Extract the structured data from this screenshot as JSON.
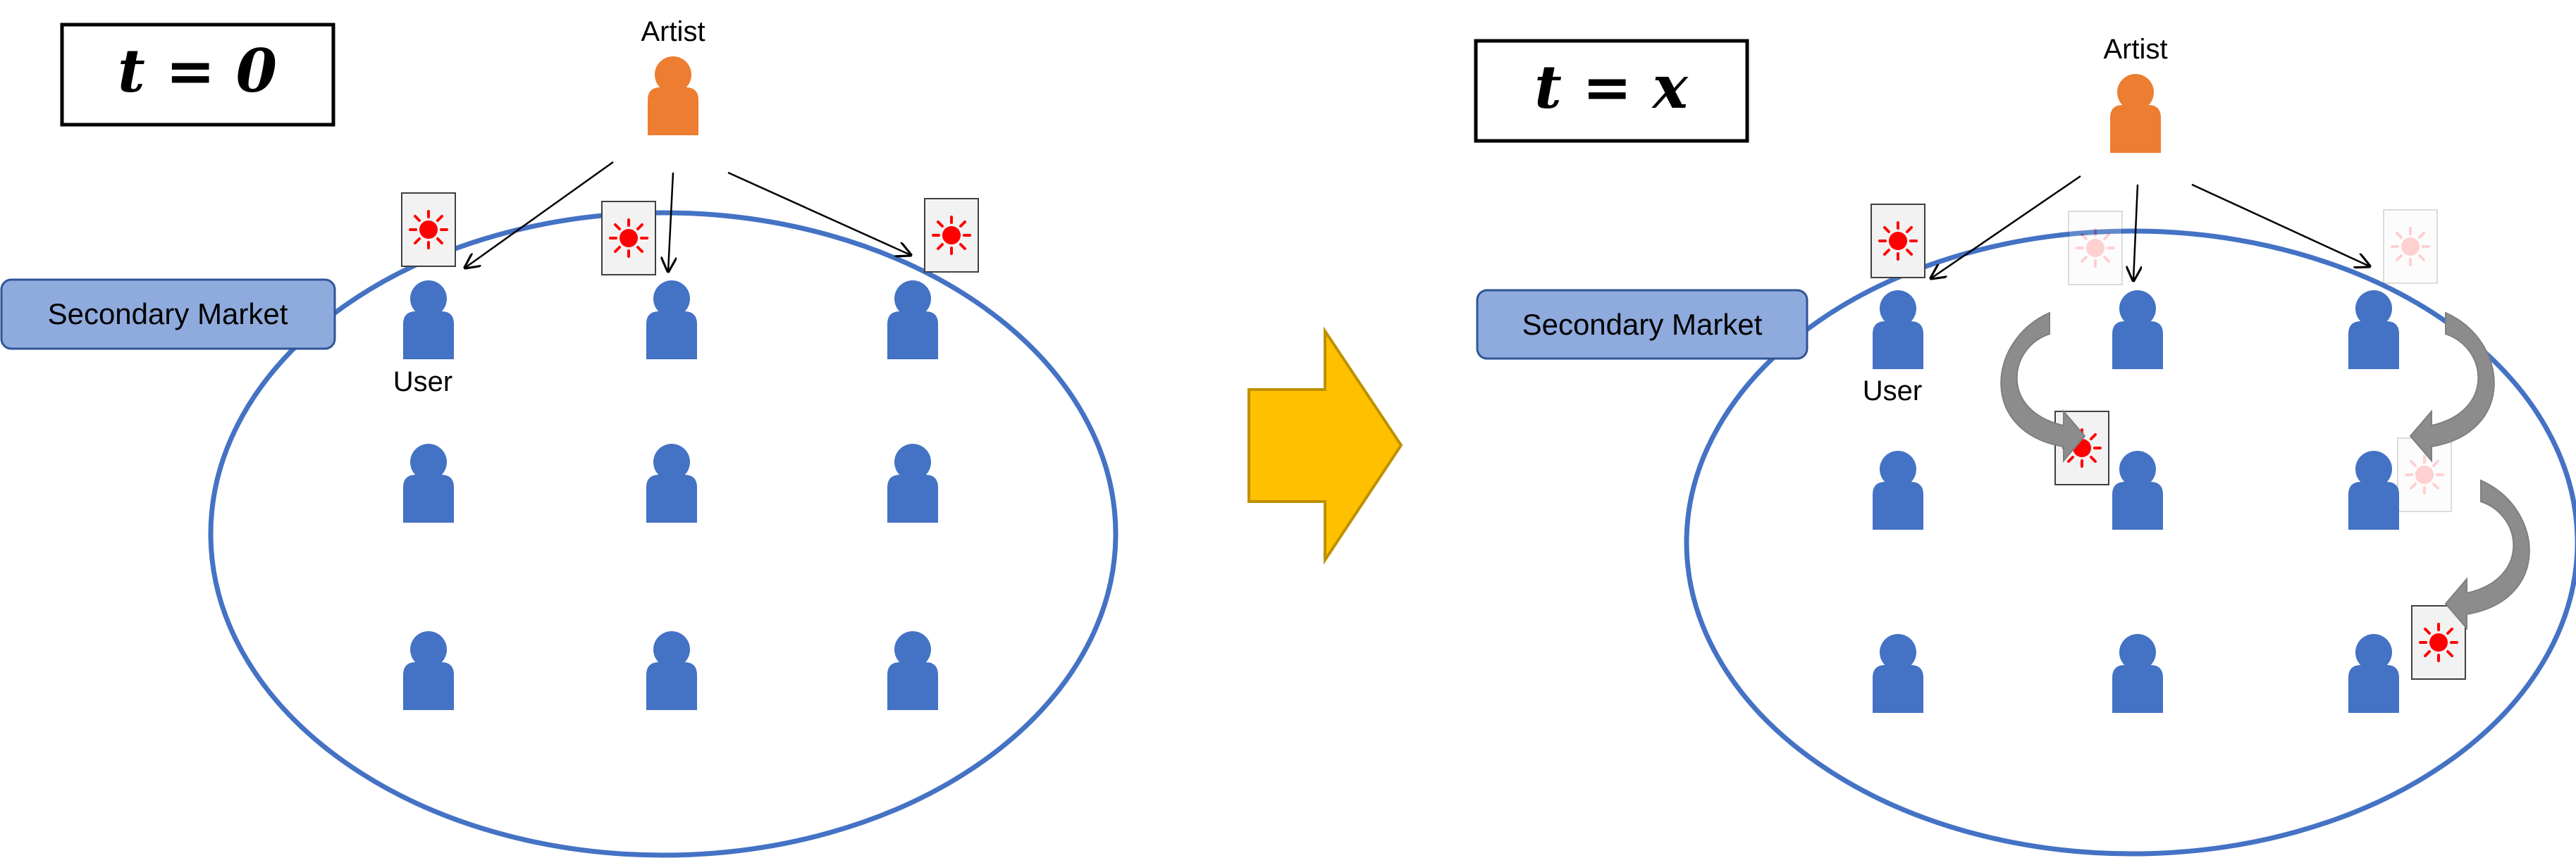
{
  "colors": {
    "ellipse": "#4472C4",
    "user": "#4472C4",
    "artist": "#ED7D31",
    "market_fill": "#8FAADC",
    "market_stroke": "#2F5597",
    "arrow_fill": "#FFC000",
    "arrow_stroke": "#BF9000",
    "token_bg": "#F2F2F2",
    "token_star": "#FF0000",
    "transfer_arrow": "#8C8C8C"
  },
  "left_panel": {
    "time_label": "t = 0",
    "artist_label": "Artist",
    "market_label": "Secondary Market",
    "user_label": "User"
  },
  "right_panel": {
    "time_label": "t = x",
    "artist_label": "Artist",
    "market_label": "Secondary Market",
    "user_label": "User"
  },
  "icons": {
    "transition_arrow": "right-arrow-icon",
    "person": "person-icon",
    "token": "sun-icon"
  }
}
